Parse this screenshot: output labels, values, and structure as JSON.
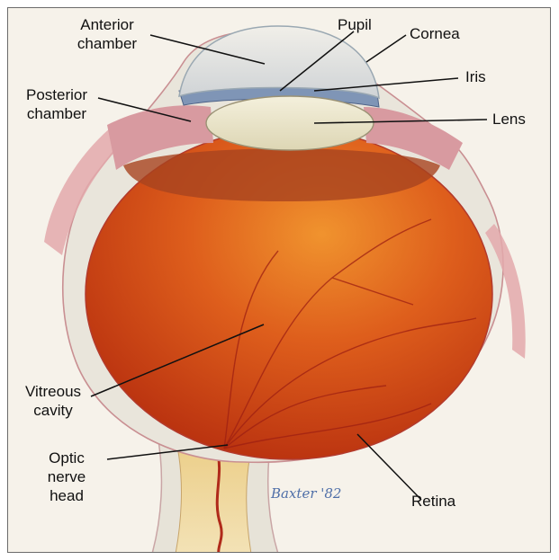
{
  "labels": {
    "anterior_chamber": [
      "Anterior",
      "chamber"
    ],
    "pupil": "Pupil",
    "cornea": "Cornea",
    "iris": "Iris",
    "posterior_chamber": [
      "Posterior",
      "chamber"
    ],
    "lens": "Lens",
    "vitreous_cavity": [
      "Vitreous",
      "cavity"
    ],
    "optic_nerve_head": [
      "Optic",
      "nerve",
      "head"
    ],
    "retina": "Retina"
  },
  "signature": "Baxter '82",
  "colors": {
    "background": "#f6f2ea",
    "vitreous": "#d9541a",
    "sclera": "#e8e4da",
    "iris": "#7e96b8",
    "lens": "#ece6c8",
    "ciliary": "#d9a3a5",
    "leader_line": "#111111"
  }
}
